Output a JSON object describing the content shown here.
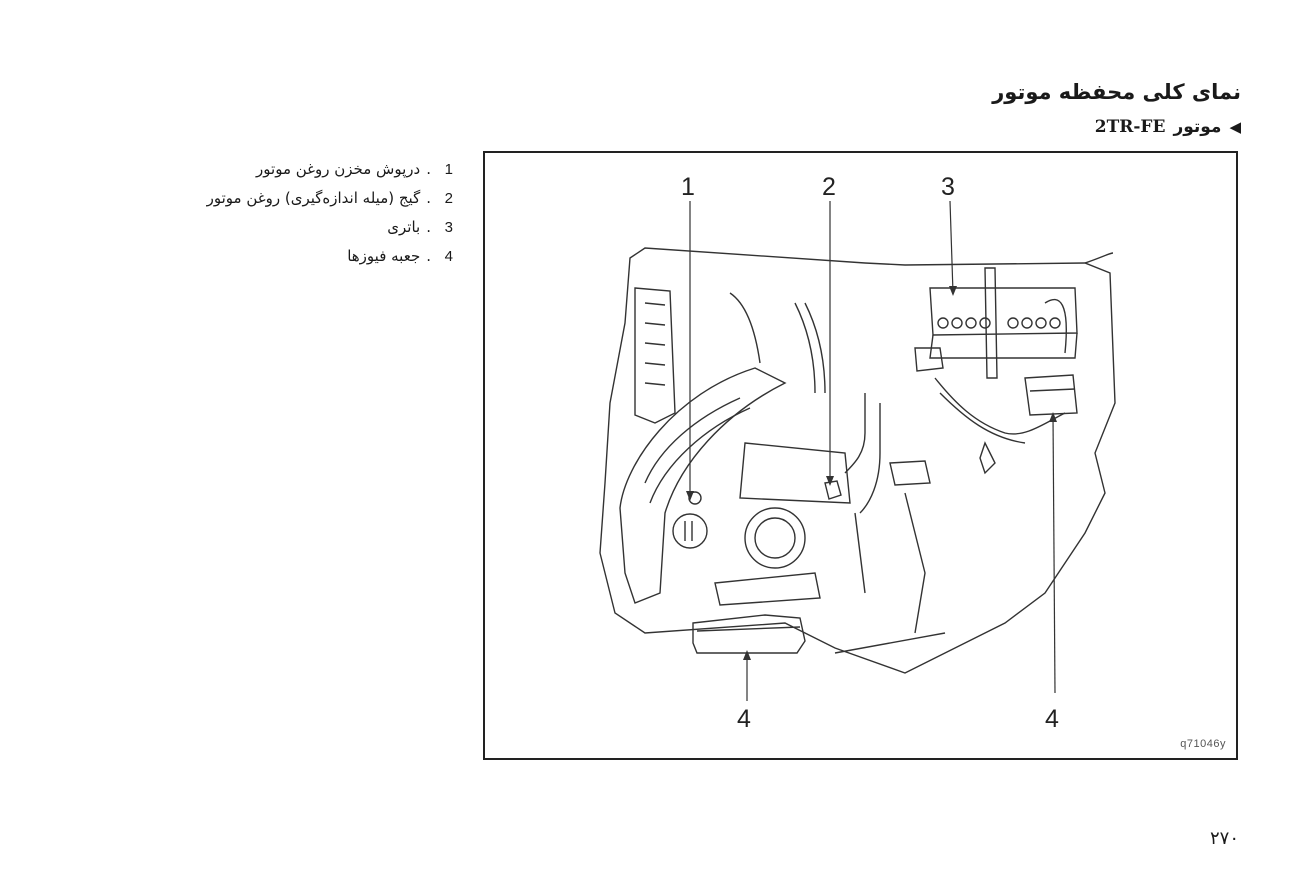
{
  "header": {
    "title": "نمای کلی محفظه موتور",
    "subtitle_arrow": "◀",
    "subtitle_text": "موتور",
    "subtitle_model": "2TR-FE"
  },
  "legend": {
    "items": [
      {
        "num": "1",
        "sep": ".",
        "label": "درپوش مخزن روغن موتور"
      },
      {
        "num": "2",
        "sep": ".",
        "label": "گیج (میله اندازه‌گیری) روغن موتور"
      },
      {
        "num": "3",
        "sep": ".",
        "label": "باتری"
      },
      {
        "num": "4",
        "sep": ".",
        "label": "جعبه فیوزها"
      }
    ]
  },
  "figure": {
    "callouts": [
      "1",
      "2",
      "3",
      "4",
      "4"
    ],
    "code": "q71046y"
  },
  "page": {
    "number": "۲۷۰"
  }
}
